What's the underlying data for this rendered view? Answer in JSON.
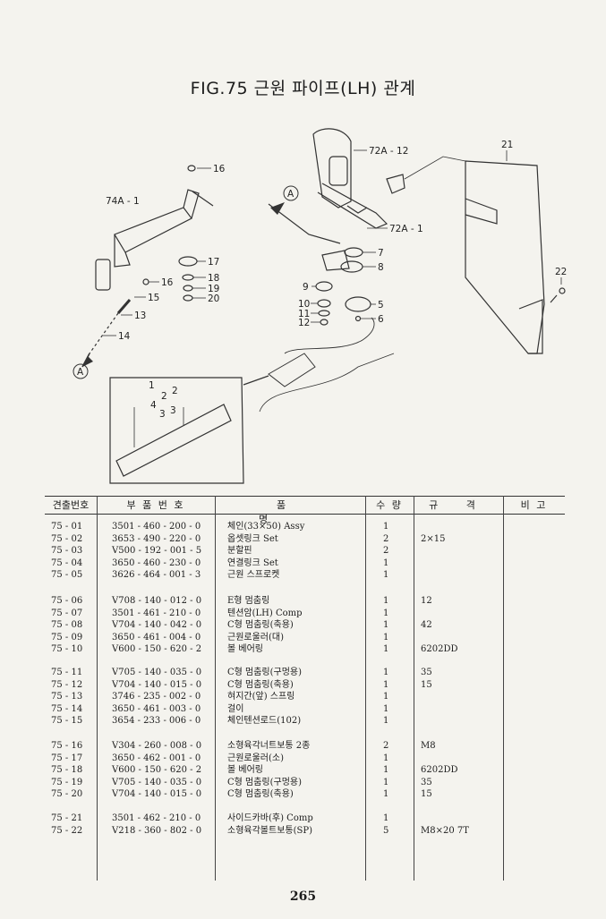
{
  "title": "FIG.75 근원 파이프(LH) 관계",
  "callouts": [
    "16",
    "74A - 1",
    "17",
    "18",
    "19",
    "20",
    "16",
    "15",
    "13",
    "14",
    "A",
    "72A - 12",
    "A",
    "72A - 1",
    "21",
    "7",
    "8",
    "9",
    "10",
    "11",
    "12",
    "5",
    "6",
    "22",
    "1",
    "2",
    "2",
    "4",
    "3",
    "3"
  ],
  "table": {
    "headers": {
      "no": "견출번호",
      "part": "부 품 번 호",
      "name": "품 명",
      "qty": "수 량",
      "spec": "규 격",
      "remark": "비 고"
    },
    "groups": [
      [
        {
          "no": "75 - 01",
          "part": "3501 - 460 - 200 - 0",
          "name": "체인(33×50) Assy",
          "qty": "1",
          "spec": ""
        },
        {
          "no": "75 - 02",
          "part": "3653 - 490 - 220 - 0",
          "name": "옵셋링크 Set",
          "qty": "2",
          "spec": "2×15"
        },
        {
          "no": "75 - 03",
          "part": "V500 - 192 - 001 - 5",
          "name": "분할핀",
          "qty": "2",
          "spec": ""
        },
        {
          "no": "75 - 04",
          "part": "3650 - 460 - 230 - 0",
          "name": "연결링크 Set",
          "qty": "1",
          "spec": ""
        },
        {
          "no": "75 - 05",
          "part": "3626 - 464 - 001 - 3",
          "name": "근원 스프로켓",
          "qty": "1",
          "spec": ""
        }
      ],
      [
        {
          "no": "75 - 06",
          "part": "V708 - 140 - 012 - 0",
          "name": "E형 멈춤링",
          "qty": "1",
          "spec": "12"
        },
        {
          "no": "75 - 07",
          "part": "3501 - 461 - 210 - 0",
          "name": "텐션암(LH) Comp",
          "qty": "1",
          "spec": ""
        },
        {
          "no": "75 - 08",
          "part": "V704 - 140 - 042 - 0",
          "name": "C형 멈춤링(축용)",
          "qty": "1",
          "spec": "42"
        },
        {
          "no": "75 - 09",
          "part": "3650 - 461 - 004 - 0",
          "name": "근원로울러(대)",
          "qty": "1",
          "spec": ""
        },
        {
          "no": "75 - 10",
          "part": "V600 - 150 - 620 - 2",
          "name": "볼 베어링",
          "qty": "1",
          "spec": "6202DD"
        }
      ],
      [
        {
          "no": "75 - 11",
          "part": "V705 - 140 - 035 - 0",
          "name": "C형 멈춤링(구멍용)",
          "qty": "1",
          "spec": "35"
        },
        {
          "no": "75 - 12",
          "part": "V704 - 140 - 015 - 0",
          "name": "C형 멈춤링(축용)",
          "qty": "1",
          "spec": "15"
        },
        {
          "no": "75 - 13",
          "part": "3746 - 235 - 002 - 0",
          "name": "혀지간(앞) 스프링",
          "qty": "1",
          "spec": ""
        },
        {
          "no": "75 - 14",
          "part": "3650 - 461 - 003 - 0",
          "name": "걸이",
          "qty": "1",
          "spec": ""
        },
        {
          "no": "75 - 15",
          "part": "3654 - 233 - 006 - 0",
          "name": "체인텐션로드(102)",
          "qty": "1",
          "spec": ""
        }
      ],
      [
        {
          "no": "75 - 16",
          "part": "V304 - 260 - 008 - 0",
          "name": "소형육각너트보통 2종",
          "qty": "2",
          "spec": "M8"
        },
        {
          "no": "75 - 17",
          "part": "3650 - 462 - 001 - 0",
          "name": "근원로울러(소)",
          "qty": "1",
          "spec": ""
        },
        {
          "no": "75 - 18",
          "part": "V600 - 150 - 620 - 2",
          "name": "볼 베어링",
          "qty": "1",
          "spec": "6202DD"
        },
        {
          "no": "75 - 19",
          "part": "V705 - 140 - 035 - 0",
          "name": "C형 멈춤링(구멍용)",
          "qty": "1",
          "spec": "35"
        },
        {
          "no": "75 - 20",
          "part": "V704 - 140 - 015 - 0",
          "name": "C형 멈춤링(축용)",
          "qty": "1",
          "spec": "15"
        }
      ],
      [
        {
          "no": "75 - 21",
          "part": "3501 - 462 - 210 - 0",
          "name": "사이드카바(후) Comp",
          "qty": "1",
          "spec": ""
        },
        {
          "no": "75 - 22",
          "part": "V218 - 360 - 802 - 0",
          "name": "소형육각볼트보통(SP)",
          "qty": "5",
          "spec": "M8×20 7T"
        }
      ]
    ]
  },
  "page_number": "265"
}
